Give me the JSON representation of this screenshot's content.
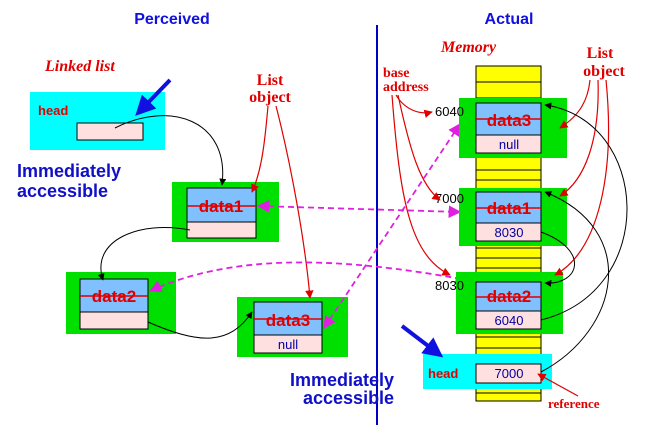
{
  "headings": {
    "left": "Perceived",
    "right": "Actual"
  },
  "labels": {
    "linked_list": "Linked list",
    "list_object_left": [
      "List",
      "object"
    ],
    "list_object_right": [
      "List",
      "object"
    ],
    "memory": "Memory",
    "base_address": [
      "base",
      "address"
    ],
    "reference": "reference",
    "head": "head",
    "immediately_accessible": [
      "Immediately",
      "accessible"
    ]
  },
  "perceived_nodes": [
    {
      "id": "data1",
      "data": "data1",
      "next": ""
    },
    {
      "id": "data2",
      "data": "data2",
      "next": ""
    },
    {
      "id": "data3",
      "data": "data3",
      "next": "null"
    }
  ],
  "memory_blocks": [
    {
      "address": "6040",
      "data": "data3",
      "next": "null"
    },
    {
      "address": "7000",
      "data": "data1",
      "next": "8030"
    },
    {
      "address": "8030",
      "data": "data2",
      "next": "6040"
    }
  ],
  "head_value": "7000",
  "colors": {
    "heading": "#1010e0",
    "annotation": "#e00000",
    "accessible_text": "#1010c8",
    "node_bg": "#00e000",
    "data_cell": "#80c0ff",
    "next_cell": "#ffe0e0",
    "head_bg": "#00ffff",
    "memory_strip": "#ffff00",
    "divider": "#0000c0",
    "dashed_link": "#e020e0",
    "pointer_blue": "#1010e0"
  },
  "icons": [
    "red-arrow",
    "blue-arrow",
    "magenta-dashed-arrow",
    "black-curve-arrow"
  ]
}
